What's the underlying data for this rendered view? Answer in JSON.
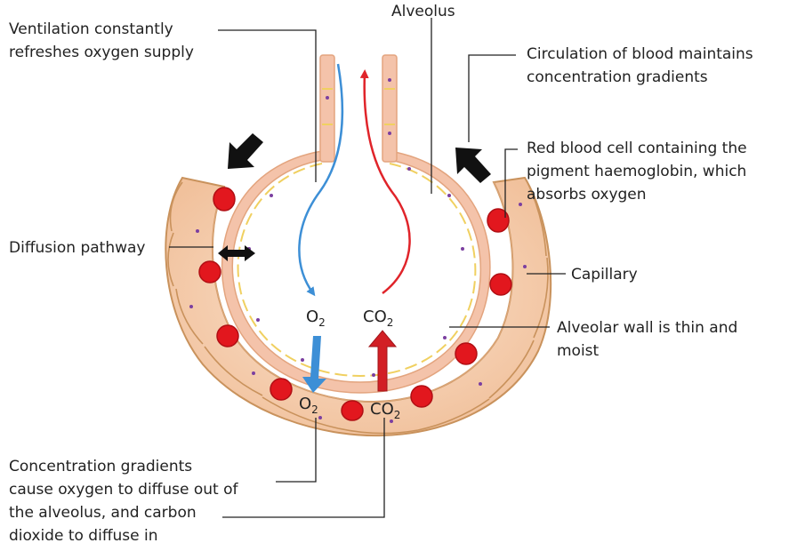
{
  "labels": {
    "alveolus": "Alveolus",
    "ventilation": [
      "Ventilation constantly",
      "refreshes oxygen supply"
    ],
    "circulation": [
      "Circulation of blood maintains",
      "concentration gradients"
    ],
    "red_cell": [
      "Red blood cell containing the",
      "pigment haemoglobin, which",
      "absorbs oxygen"
    ],
    "diffusion_pathway": "Diffusion pathway",
    "capillary": "Capillary",
    "alveolar_wall": [
      "Alveolar wall is thin and",
      "moist"
    ],
    "gradients": [
      "Concentration gradients",
      "cause oxygen to diffuse out of",
      "the alveolus, and carbon",
      "dioxide to diffuse in"
    ]
  },
  "gases": {
    "o2_base": "O",
    "o2_sub": "2",
    "co2_base": "CO",
    "co2_sub": "2"
  },
  "colors": {
    "oxygen": "#3d8fd6",
    "carbon_dioxide": "#e0242a",
    "capillary_fill": "#f6cfb0",
    "capillary_edge": "#c9925c",
    "alveolus_wall": "#f2b9a0",
    "red_cell": "#e2171e"
  }
}
